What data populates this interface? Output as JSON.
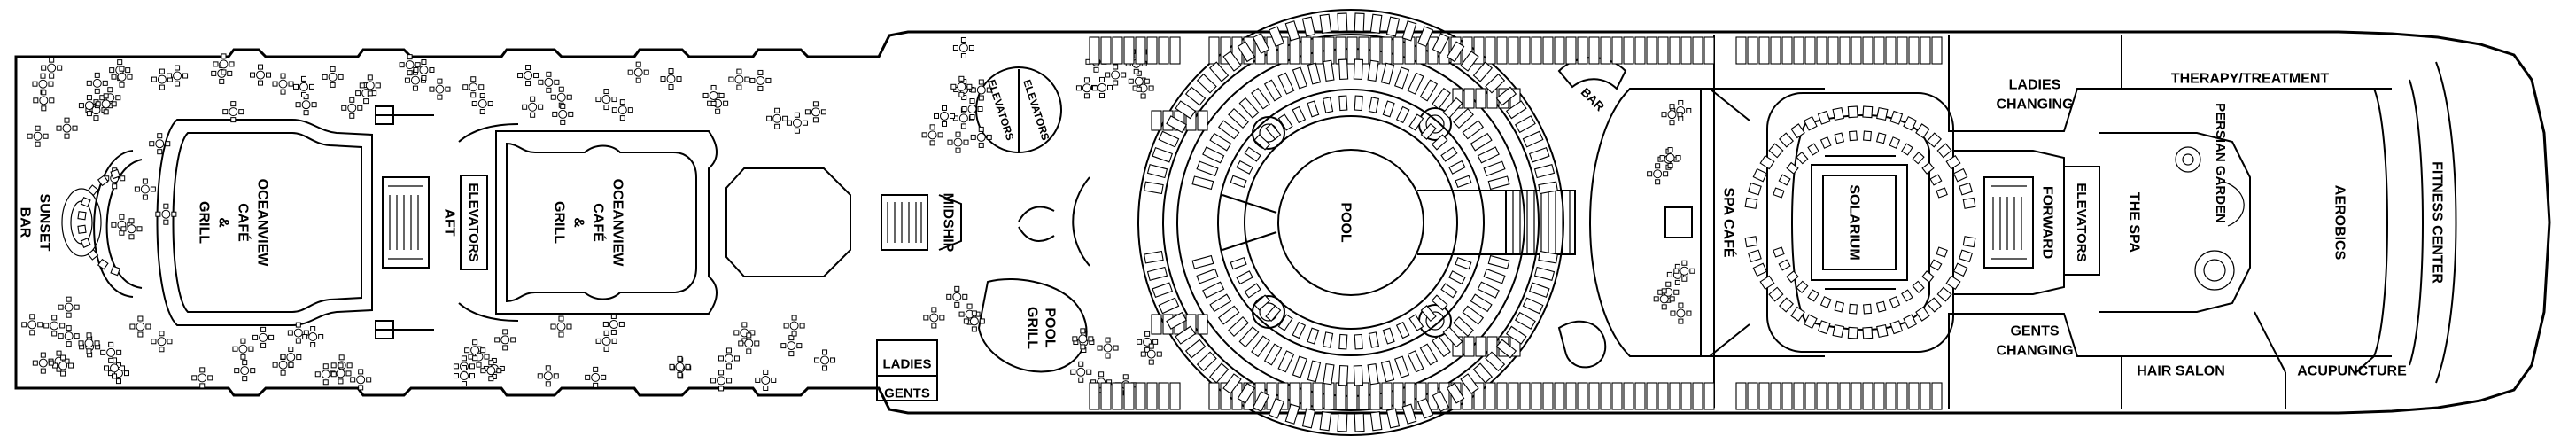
{
  "deck_plan": {
    "colors": {
      "line": "#000000",
      "background": "#ffffff"
    },
    "areas": [
      {
        "id": "sunset-bar",
        "lines": [
          "SUNSET",
          "BAR"
        ]
      },
      {
        "id": "oceanview-aft-1",
        "lines": [
          "OCEANVIEW",
          "CAFÉ",
          "&",
          "GRILL"
        ]
      },
      {
        "id": "aft-label",
        "lines": [
          "AFT"
        ]
      },
      {
        "id": "aft-elevators",
        "lines": [
          "ELEVATORS"
        ]
      },
      {
        "id": "oceanview-aft-2",
        "lines": [
          "OCEANVIEW",
          "CAFÉ",
          "&",
          "GRILL"
        ]
      },
      {
        "id": "midship",
        "lines": [
          "MIDSHIP"
        ]
      },
      {
        "id": "ladies-mid",
        "lines": [
          "LADIES"
        ]
      },
      {
        "id": "gents-mid",
        "lines": [
          "GENTS"
        ]
      },
      {
        "id": "elevators-mid-1",
        "lines": [
          "ELEVATORS"
        ]
      },
      {
        "id": "elevators-mid-2",
        "lines": [
          "ELEVATORS"
        ]
      },
      {
        "id": "pool-grill",
        "lines": [
          "POOL",
          "GRILL"
        ]
      },
      {
        "id": "pool",
        "lines": [
          "POOL"
        ]
      },
      {
        "id": "bar",
        "lines": [
          "BAR"
        ]
      },
      {
        "id": "spa-cafe",
        "lines": [
          "SPA CAFÉ"
        ]
      },
      {
        "id": "solarium",
        "lines": [
          "SOLARIUM"
        ]
      },
      {
        "id": "forward",
        "lines": [
          "FORWARD"
        ]
      },
      {
        "id": "forward-elevators",
        "lines": [
          "ELEVATORS"
        ]
      },
      {
        "id": "the-spa",
        "lines": [
          "THE SPA"
        ]
      },
      {
        "id": "persian-garden",
        "lines": [
          "PERSIAN GARDEN"
        ]
      },
      {
        "id": "ladies-changing",
        "lines": [
          "LADIES",
          "CHANGING"
        ]
      },
      {
        "id": "gents-changing",
        "lines": [
          "GENTS",
          "CHANGING"
        ]
      },
      {
        "id": "therapy-treatment",
        "lines": [
          "THERAPY/TREATMENT"
        ]
      },
      {
        "id": "aerobics",
        "lines": [
          "AEROBICS"
        ]
      },
      {
        "id": "hair-salon",
        "lines": [
          "HAIR SALON"
        ]
      },
      {
        "id": "acupuncture",
        "lines": [
          "ACUPUNCTURE"
        ]
      },
      {
        "id": "fitness-center",
        "lines": [
          "FITNESS CENTER"
        ]
      }
    ]
  }
}
